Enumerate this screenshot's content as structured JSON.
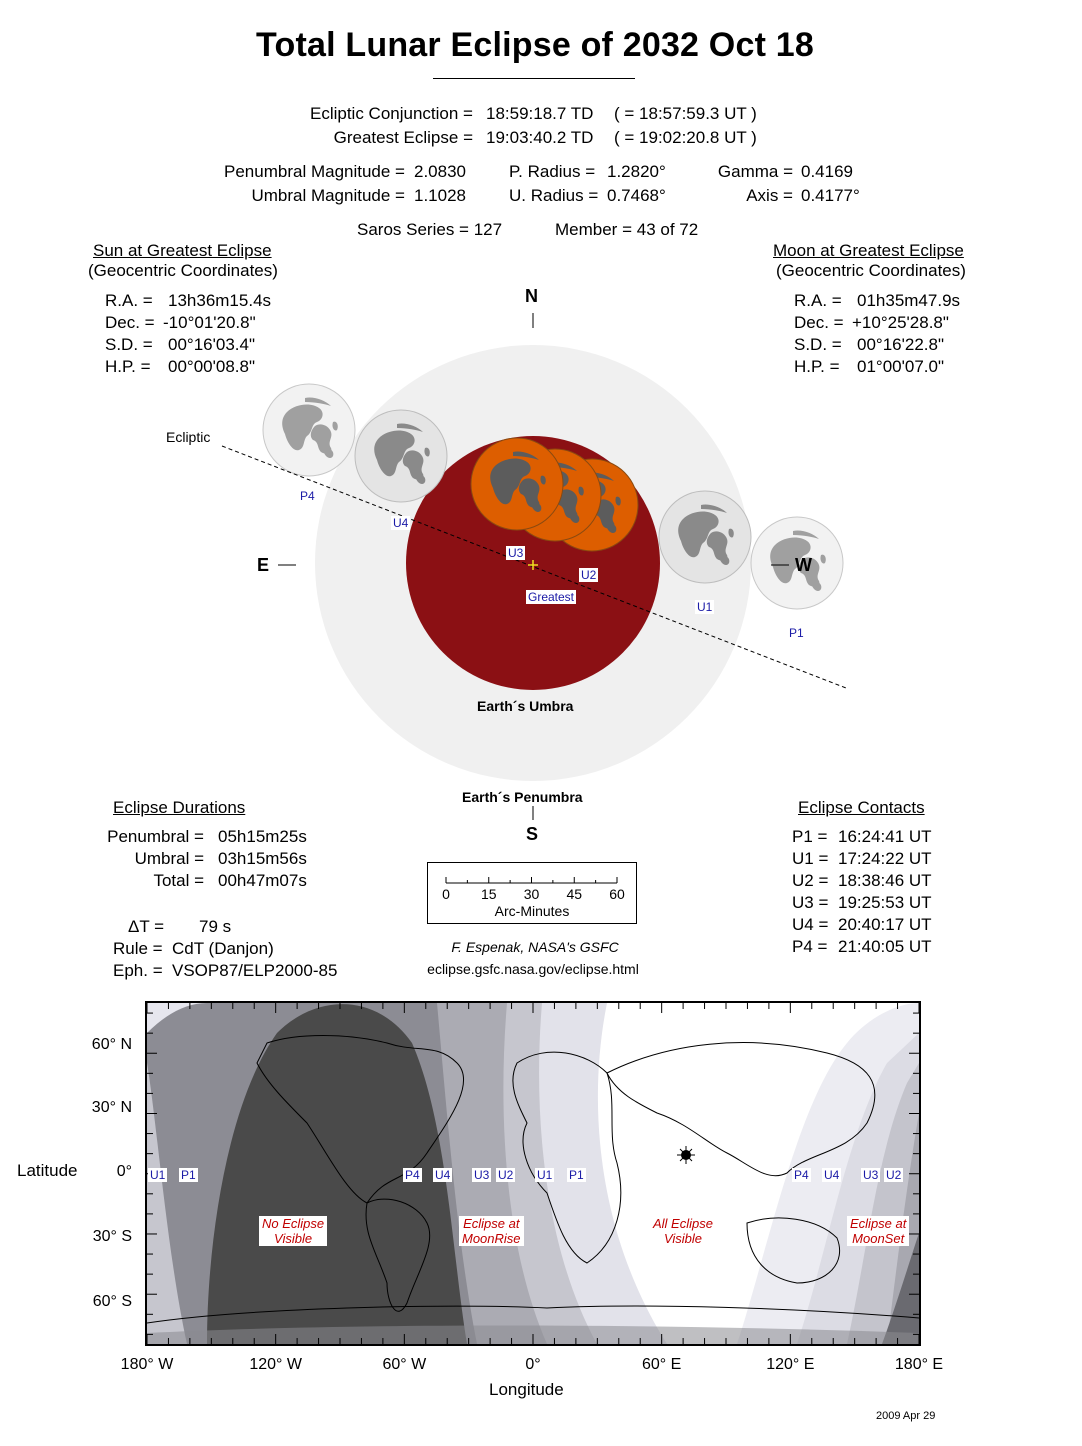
{
  "title": "Total Lunar Eclipse of  2032 Oct 18",
  "summary": {
    "ecliptic_conjunction": {
      "label": "Ecliptic Conjunction =",
      "td": "18:59:18.7 TD",
      "ut": "( = 18:57:59.3 UT )"
    },
    "greatest_eclipse": {
      "label": "Greatest Eclipse =",
      "td": "19:03:40.2 TD",
      "ut": "( = 19:02:20.8 UT )"
    },
    "penumbral_magnitude": {
      "label": "Penumbral Magnitude =",
      "value": "2.0830"
    },
    "umbral_magnitude": {
      "label": "Umbral Magnitude =",
      "value": "1.1028"
    },
    "p_radius": {
      "label": "P. Radius =",
      "value": "1.2820°"
    },
    "u_radius": {
      "label": "U. Radius =",
      "value": "0.7468°"
    },
    "gamma": {
      "label": "Gamma =",
      "value": "0.4169"
    },
    "axis": {
      "label": "Axis =",
      "value": "0.4177°"
    },
    "saros": {
      "label": "Saros Series =",
      "value": "127"
    },
    "member": {
      "label": "Member =",
      "value": "43 of 72"
    }
  },
  "sun": {
    "heading": "Sun at Greatest Eclipse",
    "subheading": "(Geocentric Coordinates)",
    "rows": [
      {
        "label": "R.A. =",
        "value": "13h36m15.4s"
      },
      {
        "label": "Dec. =",
        "value": "-10°01'20.8\""
      },
      {
        "label": "S.D. =",
        "value": "00°16'03.4\""
      },
      {
        "label": "H.P. =",
        "value": "00°00'08.8\""
      }
    ]
  },
  "moon": {
    "heading": "Moon at Greatest Eclipse",
    "subheading": "(Geocentric Coordinates)",
    "rows": [
      {
        "label": "R.A. =",
        "value": "01h35m47.9s"
      },
      {
        "label": "Dec. =",
        "value": "+10°25'28.8\""
      },
      {
        "label": "S.D. =",
        "value": "00°16'22.8\""
      },
      {
        "label": "H.P. =",
        "value": "01°00'07.0\""
      }
    ]
  },
  "diagram": {
    "north": "N",
    "south": "S",
    "east": "E",
    "west": "W",
    "ecliptic_label": "Ecliptic",
    "umbra_label": "Earth´s Umbra",
    "penumbra_label": "Earth´s Penumbra",
    "greatest_label": "Greatest",
    "contact_labels": [
      "P1",
      "U1",
      "U2",
      "U3",
      "U4",
      "P4"
    ],
    "colors": {
      "umbra": "#8b1014",
      "penumbra": "#f0f0f0",
      "eclipsed_moon": "#dd5e00",
      "moon_gray": "#e6e6e6",
      "maria_gray": "#909090",
      "label_blue": "#1a1aa6",
      "greatest_marker": "#f0e020"
    }
  },
  "durations": {
    "heading": "Eclipse Durations",
    "rows": [
      {
        "label": "Penumbral =",
        "value": "05h15m25s"
      },
      {
        "label": "Umbral =",
        "value": "03h15m56s"
      },
      {
        "label": "Total =",
        "value": "00h47m07s"
      }
    ],
    "delta_t": {
      "label": "ΔT =",
      "value": "79 s"
    },
    "rule": {
      "label": "Rule =",
      "value": "CdT (Danjon)"
    },
    "eph": {
      "label": "Eph. =",
      "value": "VSOP87/ELP2000-85"
    }
  },
  "scale": {
    "ticks": [
      "0",
      "15",
      "30",
      "45",
      "60"
    ],
    "unit": "Arc-Minutes"
  },
  "credit": {
    "author": "F. Espenak, NASA's GSFC",
    "url": "eclipse.gsfc.nasa.gov/eclipse.html"
  },
  "contacts": {
    "heading": "Eclipse Contacts",
    "rows": [
      {
        "label": "P1 =",
        "value": "16:24:41 UT"
      },
      {
        "label": "U1 =",
        "value": "17:24:22 UT"
      },
      {
        "label": "U2 =",
        "value": "18:38:46 UT"
      },
      {
        "label": "U3 =",
        "value": "19:25:53 UT"
      },
      {
        "label": "U4 =",
        "value": "20:40:17 UT"
      },
      {
        "label": "P4 =",
        "value": "21:40:05 UT"
      }
    ]
  },
  "map": {
    "ylabel": "Latitude",
    "xlabel": "Longitude",
    "lat_ticks": [
      "60° N",
      "30° N",
      "0°",
      "30° S",
      "60° S"
    ],
    "lon_ticks": [
      "180° W",
      "120° W",
      "60° W",
      "0°",
      "60° E",
      "120° E",
      "180° E"
    ],
    "region_labels": [
      {
        "line1": "No Eclipse",
        "line2": "Visible"
      },
      {
        "line1": "Eclipse at",
        "line2": "MoonRise"
      },
      {
        "line1": "All Eclipse",
        "line2": "Visible"
      },
      {
        "line1": "Eclipse at",
        "line2": "MoonSet"
      }
    ],
    "equator_contacts_left": [
      "U1",
      "P1"
    ],
    "equator_contacts_mid": [
      "P4",
      "U4",
      "U3",
      "U2",
      "U1",
      "P1"
    ],
    "equator_contacts_right": [
      "P4",
      "U4",
      "U3",
      "U2"
    ]
  },
  "footer_date": "2009 Apr 29"
}
